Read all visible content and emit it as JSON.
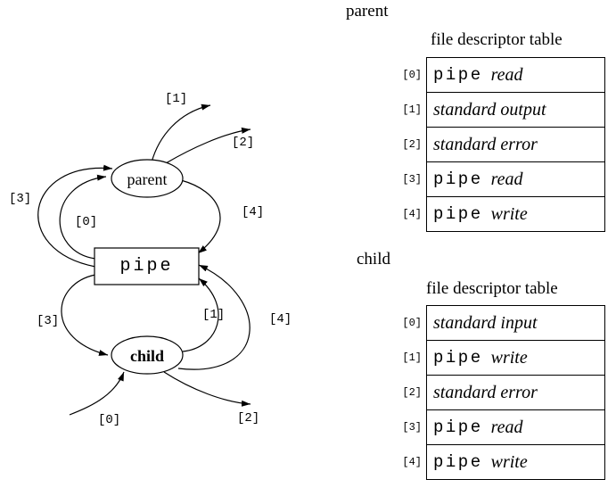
{
  "colors": {
    "ink": "#000000",
    "background": "#ffffff"
  },
  "diagram": {
    "nodes": {
      "parent": "parent",
      "pipe": "pipe",
      "child": "child"
    },
    "parent_labels": {
      "fd1": "[1]",
      "fd2": "[2]",
      "fd3": "[3]",
      "fd0": "[0]",
      "fd4": "[4]"
    },
    "child_labels": {
      "fd3": "[3]",
      "fd1": "[1]",
      "fd4": "[4]",
      "fd0": "[0]",
      "fd2": "[2]"
    }
  },
  "parent_section": {
    "title": "parent",
    "table_header": "file descriptor table",
    "rows": [
      {
        "label": "[0]",
        "mono": "pipe",
        "italic": "read"
      },
      {
        "label": "[1]",
        "mono": "",
        "italic": "standard output"
      },
      {
        "label": "[2]",
        "mono": "",
        "italic": "standard error"
      },
      {
        "label": "[3]",
        "mono": "pipe",
        "italic": "read"
      },
      {
        "label": "[4]",
        "mono": "pipe",
        "italic": "write"
      }
    ]
  },
  "child_section": {
    "title": "child",
    "table_header": "file descriptor table",
    "rows": [
      {
        "label": "[0]",
        "mono": "",
        "italic": "standard input"
      },
      {
        "label": "[1]",
        "mono": "pipe",
        "italic": "write"
      },
      {
        "label": "[2]",
        "mono": "",
        "italic": "standard error"
      },
      {
        "label": "[3]",
        "mono": "pipe",
        "italic": "read"
      },
      {
        "label": "[4]",
        "mono": "pipe",
        "italic": "write"
      }
    ]
  }
}
